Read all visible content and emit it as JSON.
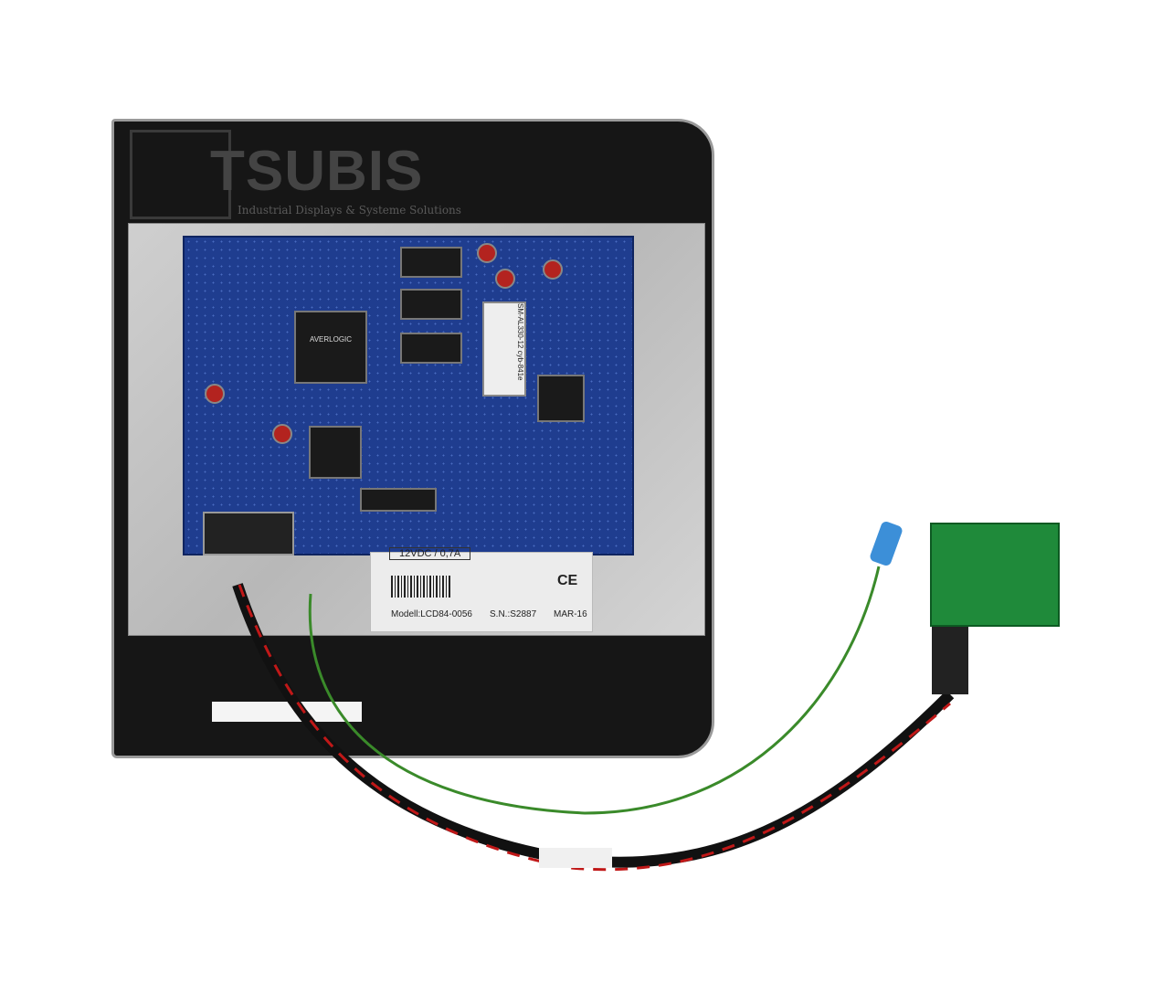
{
  "brand": {
    "name": "TSUBIS",
    "tagline": "Industrial Displays & Systeme Solutions"
  },
  "pcb": {
    "main_chip": "AVERLOGIC",
    "eprom_line1": "SM-AL330-12",
    "eprom_line2": "cyb-841e"
  },
  "label": {
    "rating": "12VDC / 0,7A",
    "model": "Modell:LCD84-0056",
    "serial": "S.N.:S2887",
    "date": "MAR-16",
    "ce": "CE"
  }
}
